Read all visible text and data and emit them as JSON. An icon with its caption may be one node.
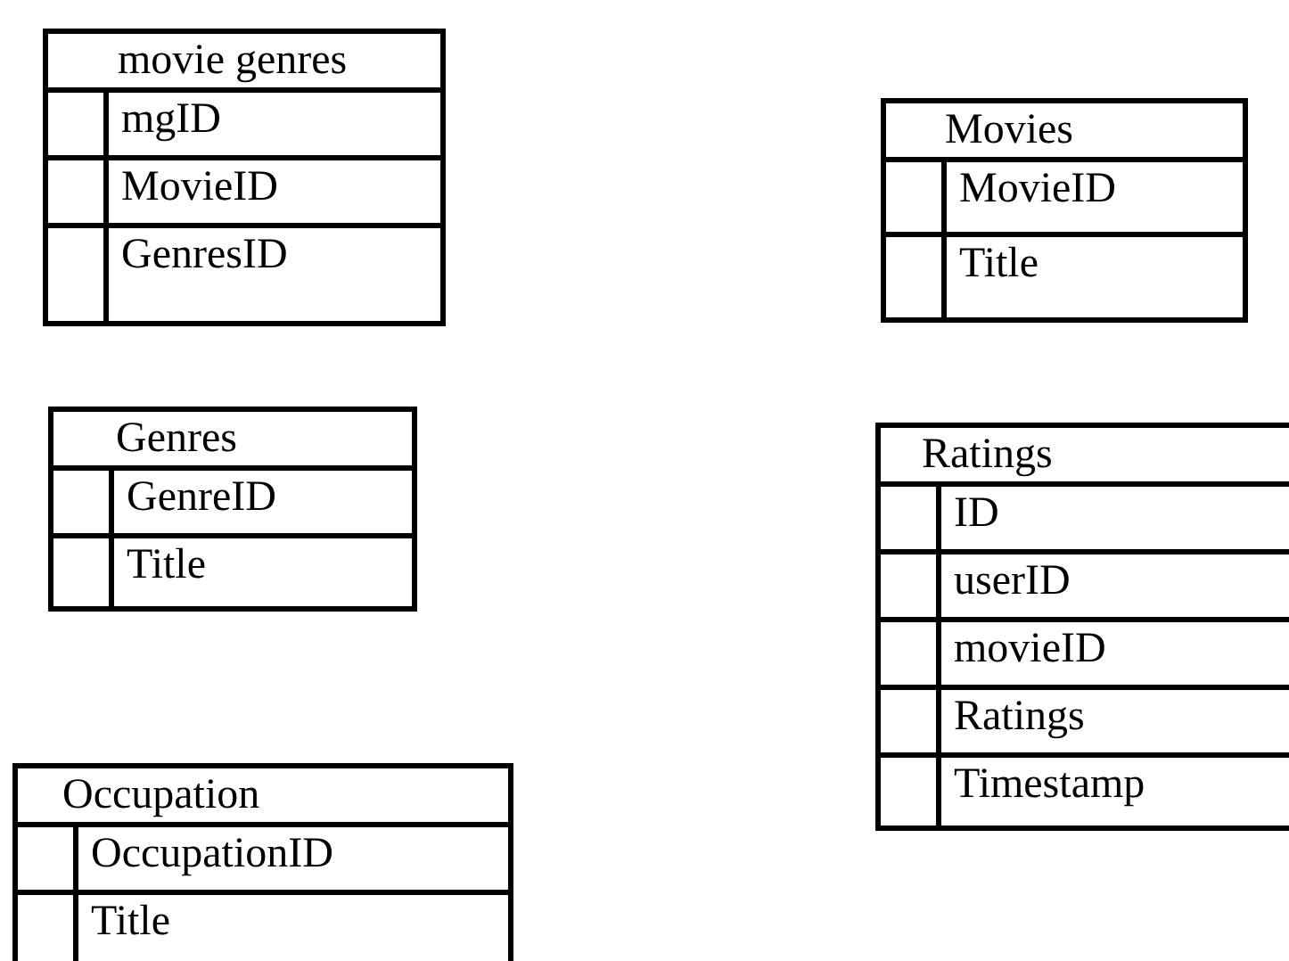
{
  "diagram": {
    "nodes": [
      {
        "text": [
          "movie genres",
          "mgID",
          "MovieID",
          "GenresID"
        ]
      },
      {
        "text": [
          "Movies",
          "MovieID",
          "Title"
        ]
      },
      {
        "text": [
          "Genres",
          "GenreID",
          "Title"
        ]
      },
      {
        "text": [
          "Ratings",
          "ID",
          "userID",
          "movieID",
          "Ratings",
          "Timestamp"
        ]
      },
      {
        "text": [
          "Occupation",
          "OccupationID",
          "Title"
        ]
      }
    ]
  }
}
